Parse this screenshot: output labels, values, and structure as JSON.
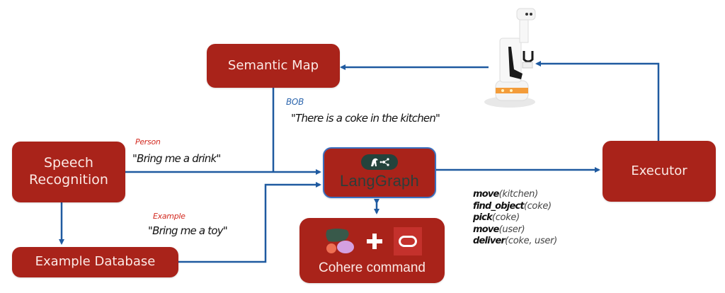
{
  "nodes": {
    "semantic_map": "Semantic Map",
    "speech_recognition": [
      "Speech",
      "Recognition"
    ],
    "example_database": "Example Database",
    "langgraph": "LangGraph",
    "cohere": "Cohere command",
    "executor": "Executor",
    "robot": "robot-image"
  },
  "annotations": {
    "person_label": "Person",
    "person_quote": "\"Bring me a drink\"",
    "bob_label": "BOB",
    "bob_quote": "\"There is a coke in the kitchen\"",
    "example_label": "Example",
    "example_quote": "\"Bring me a toy\""
  },
  "commands": [
    {
      "fn": "move",
      "args": "(kitchen)"
    },
    {
      "fn": "find_object",
      "args": "(coke)"
    },
    {
      "fn": "pick",
      "args": "(coke)"
    },
    {
      "fn": "move",
      "args": "(user)"
    },
    {
      "fn": "deliver",
      "args": "(coke, user)"
    }
  ],
  "icons": {
    "langgraph_logo": "parrot-graph-icon",
    "cohere_logo": "cohere-icon",
    "plus": "plus-icon",
    "oracle_logo": "oracle-icon"
  },
  "colors": {
    "box_fill": "#a9231a",
    "arrow": "#1f5aa0",
    "langgraph_border": "#3a6fbf",
    "person_label": "#d32a20",
    "bob_label": "#2d66ad"
  }
}
